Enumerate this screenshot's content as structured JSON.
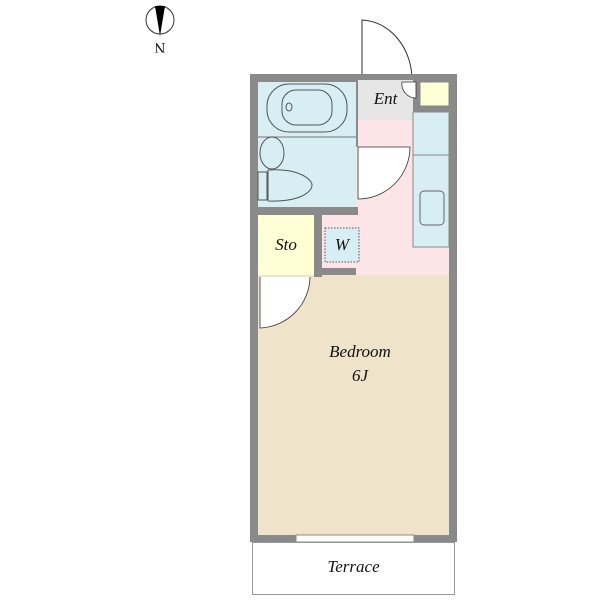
{
  "rooms": {
    "entrance": "Ent",
    "storage": "Sto",
    "washer": "W",
    "bedroom": "Bedroom",
    "bedroom_size": "6J",
    "terrace": "Terrace"
  },
  "compass": {
    "label": "N"
  },
  "colors": {
    "wall": "#8a8a8a",
    "bath": "#d7eef3",
    "storage": "#ffffd6",
    "corridor": "#fde4e6",
    "bedroom": "#efe4c9",
    "entrance": "#e6e6e6"
  }
}
